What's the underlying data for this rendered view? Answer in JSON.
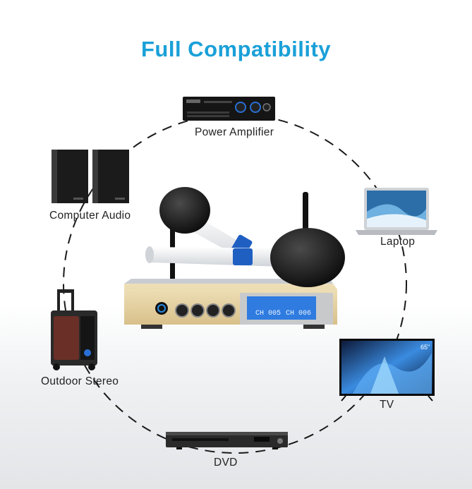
{
  "title": "Full Compatibility",
  "colors": {
    "title": "#1aa0d8",
    "ring": "#1a1a1a",
    "lcd": "#2f7be0"
  },
  "devices": [
    {
      "label": "Power Amplifier",
      "icon": "power-amplifier-icon"
    },
    {
      "label": "Laptop",
      "icon": "laptop-icon"
    },
    {
      "label": "TV",
      "icon": "tv-icon"
    },
    {
      "label": "DVD",
      "icon": "dvd-player-icon"
    },
    {
      "label": "Outdoor Stereo",
      "icon": "outdoor-stereo-icon"
    },
    {
      "label": "Computer Audio",
      "icon": "computer-speakers-icon"
    }
  ],
  "center": {
    "icon": "wireless-microphone-receiver-icon"
  },
  "tv_badge": "65\"",
  "lcd_channels": [
    "CH 005",
    "CH 006"
  ]
}
